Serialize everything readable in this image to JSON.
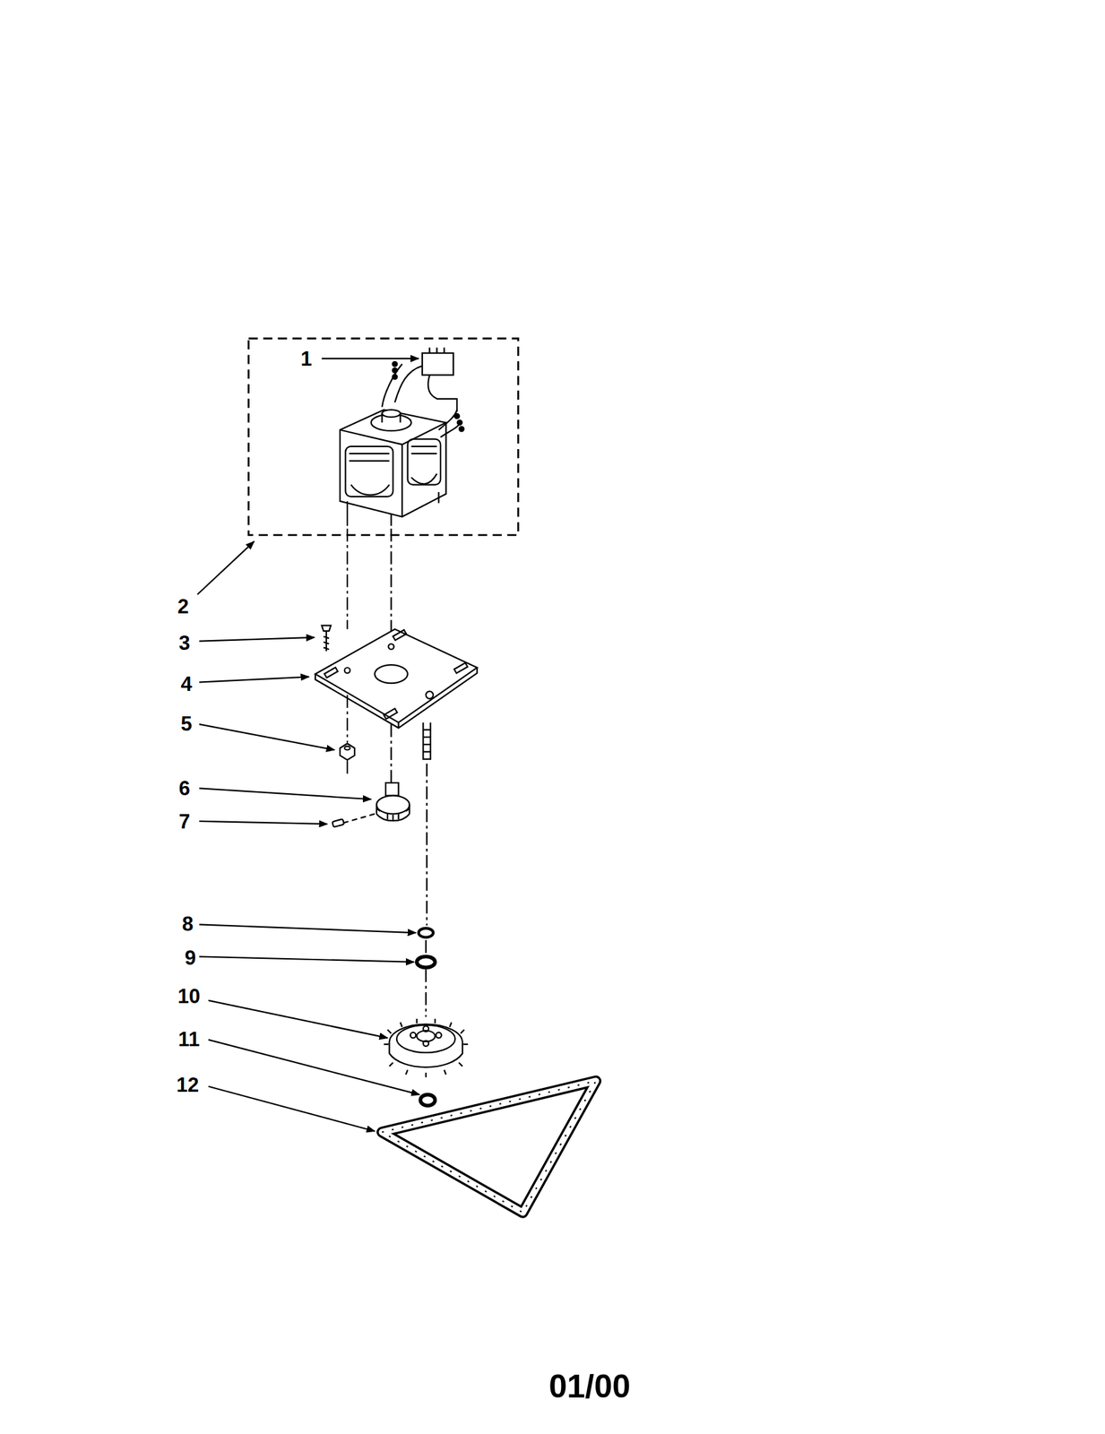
{
  "diagram": {
    "labels": [
      "1",
      "2",
      "3",
      "4",
      "5",
      "6",
      "7",
      "8",
      "9",
      "10",
      "11",
      "12",
      "01/00"
    ]
  }
}
